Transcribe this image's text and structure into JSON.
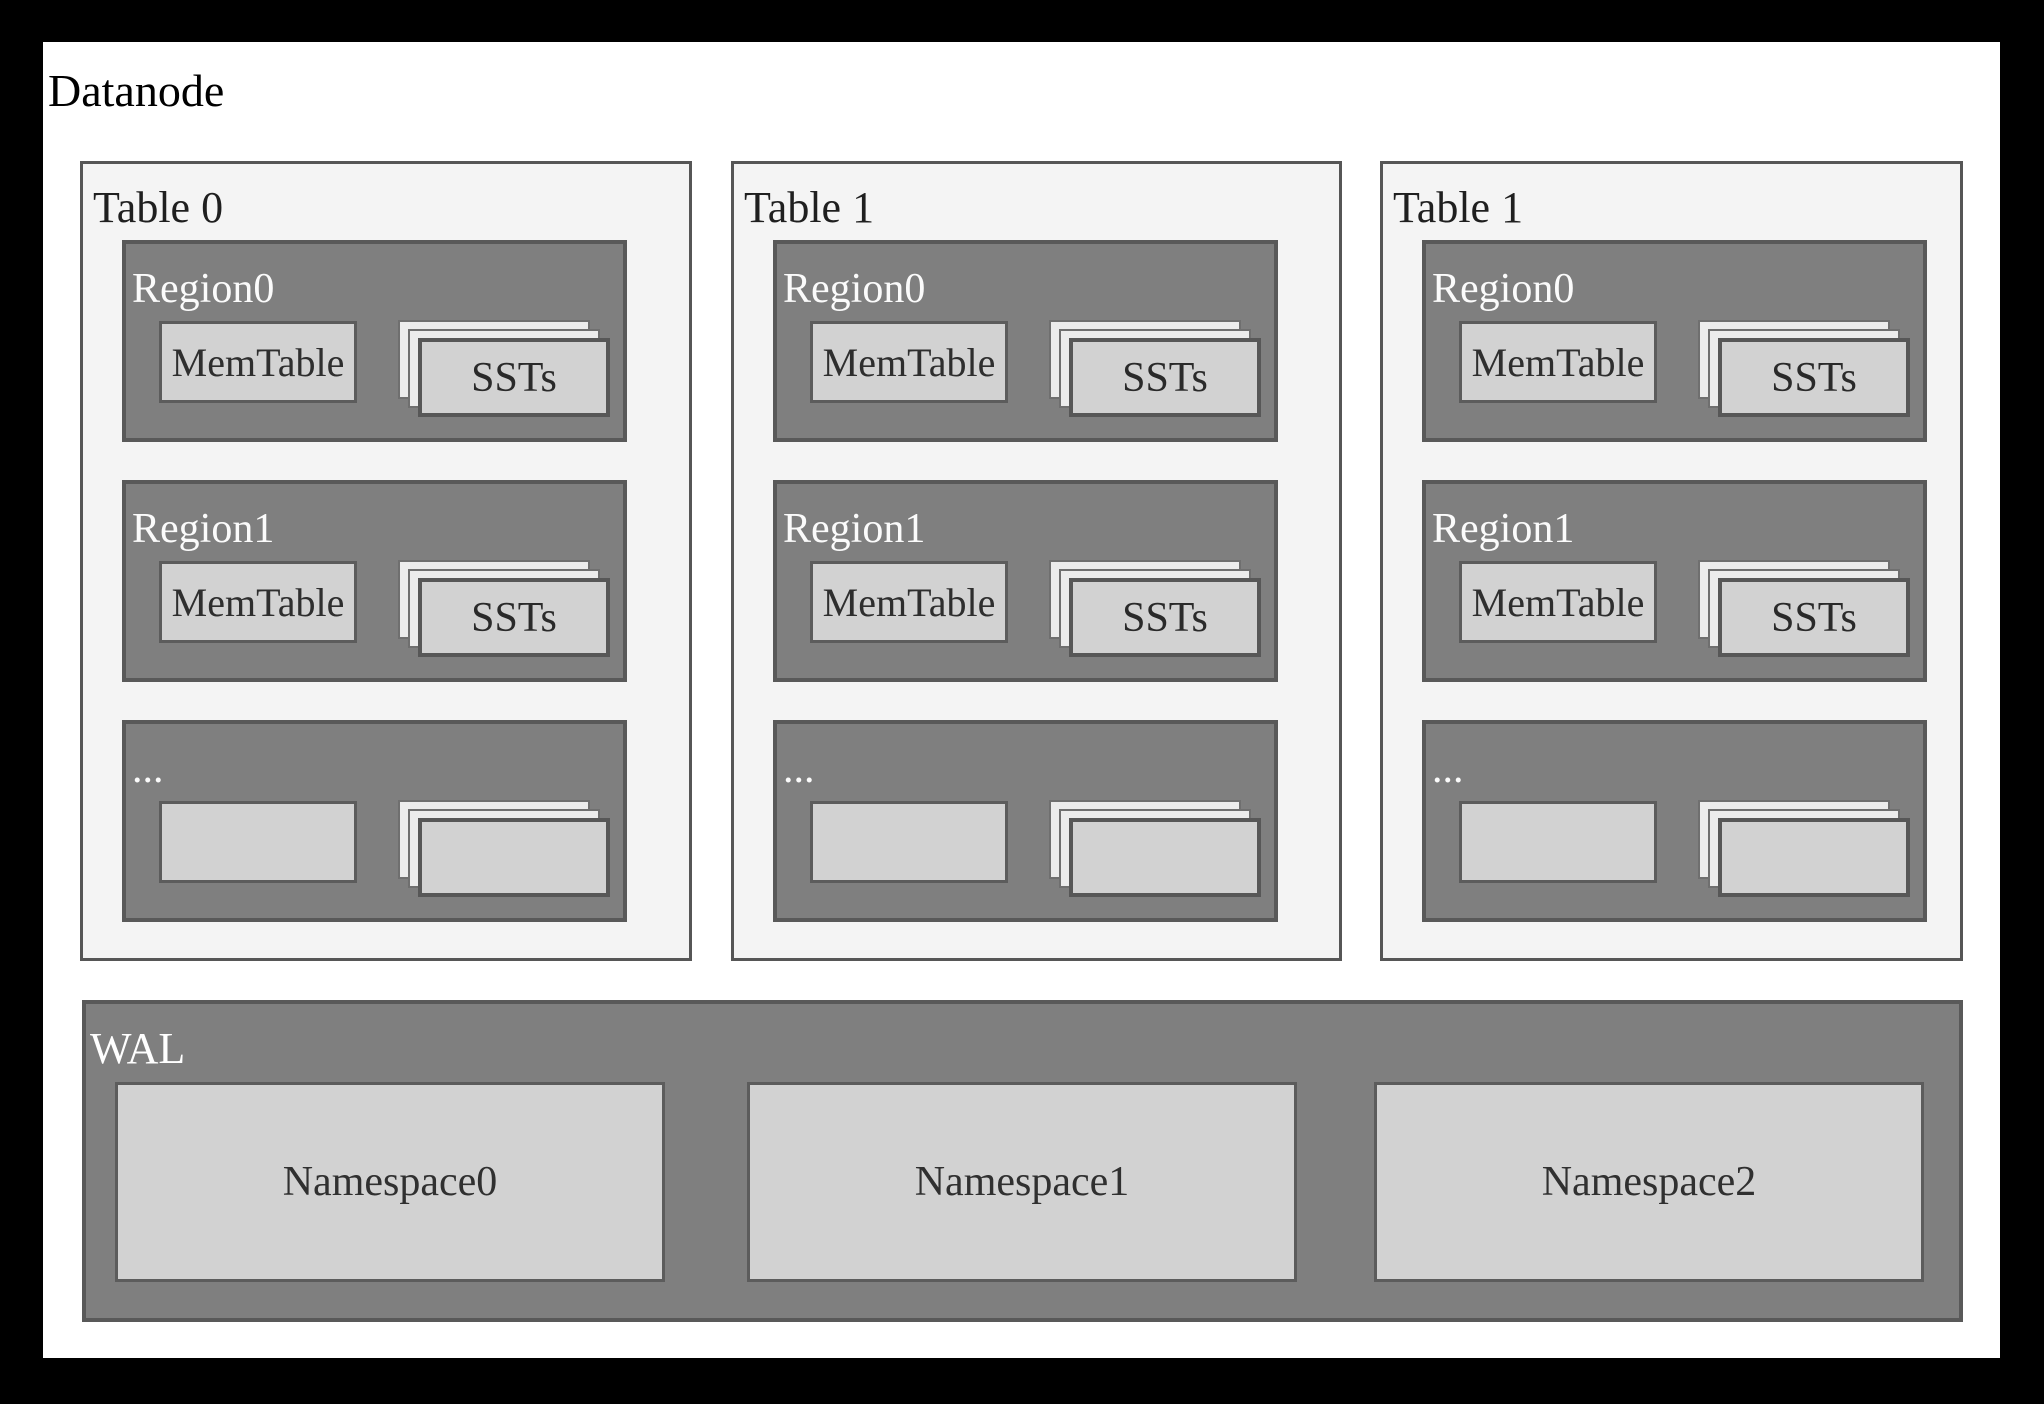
{
  "diagram": {
    "title": "Datanode",
    "tables": [
      {
        "label": "Table 0",
        "regions": [
          {
            "label": "Region0",
            "memtable_label": "MemTable",
            "ssts_label": "SSTs"
          },
          {
            "label": "Region1",
            "memtable_label": "MemTable",
            "ssts_label": "SSTs"
          },
          {
            "label": "...",
            "memtable_label": "",
            "ssts_label": ""
          }
        ]
      },
      {
        "label": "Table 1",
        "regions": [
          {
            "label": "Region0",
            "memtable_label": "MemTable",
            "ssts_label": "SSTs"
          },
          {
            "label": "Region1",
            "memtable_label": "MemTable",
            "ssts_label": "SSTs"
          },
          {
            "label": "...",
            "memtable_label": "",
            "ssts_label": ""
          }
        ]
      },
      {
        "label": "Table 1",
        "regions": [
          {
            "label": "Region0",
            "memtable_label": "MemTable",
            "ssts_label": "SSTs"
          },
          {
            "label": "Region1",
            "memtable_label": "MemTable",
            "ssts_label": "SSTs"
          },
          {
            "label": "...",
            "memtable_label": "",
            "ssts_label": ""
          }
        ]
      }
    ],
    "wal": {
      "label": "WAL",
      "namespaces": [
        "Namespace0",
        "Namespace1",
        "Namespace2"
      ]
    }
  },
  "colors": {
    "frame": "#000000",
    "page_background": "#ffffff",
    "panel_background": "#f4f4f4",
    "panel_border": "#565656",
    "region_fill": "#7f7f7f",
    "region_border": "#595959",
    "light_box_fill": "#d2d2d2",
    "light_box_border": "#5c5c5c",
    "sheet_back_fill": "#ececec",
    "label_on_dark": "#ffffff",
    "label_on_light": "#2e2e2e"
  }
}
